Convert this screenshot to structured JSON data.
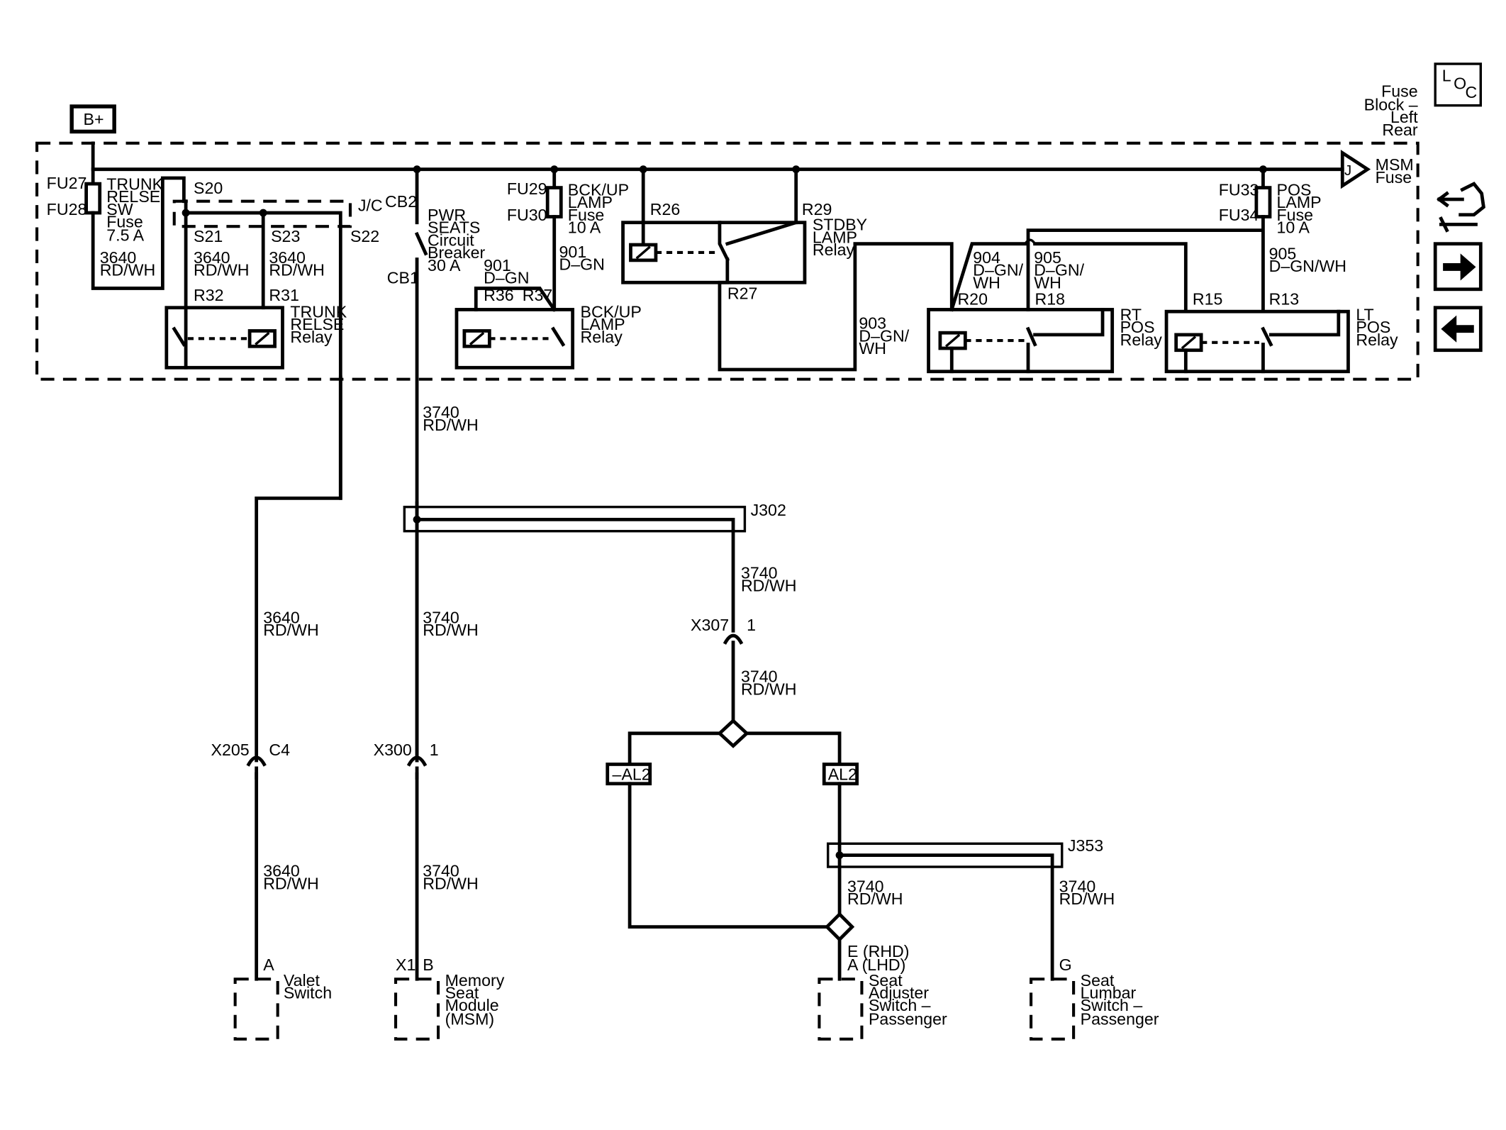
{
  "source": {
    "label": "B+"
  },
  "fuse_block": {
    "lines": [
      "Fuse",
      "Block –",
      "Left",
      "Rear"
    ]
  },
  "loc_icon": {
    "l": "L",
    "o": "O",
    "c": "C"
  },
  "msm_fuse": {
    "connector": "J",
    "lines": [
      "MSM",
      "Fuse"
    ]
  },
  "trunk_fuse": {
    "fu_top": "FU27",
    "fu_bottom": "FU28",
    "lines": [
      "TRUNK",
      "RELSE",
      "SW",
      "Fuse",
      "7.5 A"
    ]
  },
  "wire_3640_fuse": {
    "num": "3640",
    "color": "RD/WH"
  },
  "splice": {
    "s20": "S20",
    "s21": "S21",
    "s23": "S23",
    "s22": "S22",
    "jc": "J/C"
  },
  "wire_3640_s21": {
    "num": "3640",
    "color": "RD/WH"
  },
  "wire_3640_s23": {
    "num": "3640",
    "color": "RD/WH"
  },
  "trunk_relay": {
    "r32": "R32",
    "r31": "R31",
    "lines": [
      "TRUNK",
      "RELSE",
      "Relay"
    ]
  },
  "breaker": {
    "cb_top": "CB2",
    "cb_bottom": "CB1",
    "lines": [
      "PWR",
      "SEATS",
      "Circuit",
      "Breaker",
      "30 A"
    ]
  },
  "bckup_fuse": {
    "fu_top": "FU29",
    "fu_bottom": "FU30",
    "lines": [
      "BCK/UP",
      "LAMP",
      "Fuse",
      "10 A"
    ]
  },
  "wire_901_a": {
    "num": "901",
    "color": "D–GN"
  },
  "wire_901_b": {
    "num": "901",
    "color": "D–GN"
  },
  "bckup_relay": {
    "r36": "R36",
    "r37": "R37",
    "lines": [
      "BCK/UP",
      "LAMP",
      "Relay"
    ]
  },
  "stdby_relay": {
    "r26": "R26",
    "r29": "R29",
    "r27": "R27",
    "lines": [
      "STDBY",
      "LAMP",
      "Relay"
    ]
  },
  "wire_903": {
    "lines": [
      "903",
      "D–GN/",
      "WH"
    ]
  },
  "wire_904": {
    "lines": [
      "904",
      "D–GN/",
      "WH"
    ]
  },
  "wire_905_a": {
    "lines": [
      "905",
      "D–GN/",
      "WH"
    ]
  },
  "rt_relay": {
    "r20": "R20",
    "r18": "R18",
    "lines": [
      "RT",
      "POS",
      "Relay"
    ]
  },
  "pos_fuse": {
    "fu_top": "FU33",
    "fu_bottom": "FU34",
    "lines": [
      "POS",
      "LAMP",
      "Fuse",
      "10 A"
    ]
  },
  "wire_905_b": {
    "num": "905",
    "color": "D–GN/WH"
  },
  "lt_relay": {
    "r15": "R15",
    "r13": "R13",
    "lines": [
      "LT",
      "POS",
      "Relay"
    ]
  },
  "wire_3740_main": {
    "num": "3740",
    "color": "RD/WH"
  },
  "j302": {
    "label": "J302"
  },
  "wire_3740_j302": {
    "num": "3740",
    "color": "RD/WH"
  },
  "x307": {
    "label": "X307",
    "pin": "1"
  },
  "wire_3740_x307": {
    "num": "3740",
    "color": "RD/WH"
  },
  "options": {
    "neg": "–AL2",
    "pos": "AL2"
  },
  "j353": {
    "label": "J353"
  },
  "wire_3740_seat_adj": {
    "num": "3740",
    "color": "RD/WH"
  },
  "wire_3740_lumbar": {
    "num": "3740",
    "color": "RD/WH"
  },
  "wire_3640_mid": {
    "num": "3640",
    "color": "RD/WH"
  },
  "wire_3740_mid": {
    "num": "3740",
    "color": "RD/WH"
  },
  "x205": {
    "label": "X205",
    "pin": "C4"
  },
  "x300": {
    "label": "X300",
    "pin": "1"
  },
  "wire_3640_low": {
    "num": "3640",
    "color": "RD/WH"
  },
  "wire_3740_low": {
    "num": "3740",
    "color": "RD/WH"
  },
  "valet_switch": {
    "pin": "A",
    "lines": [
      "Valet",
      "Switch"
    ]
  },
  "msm_module": {
    "connector": "X1",
    "pin": "B",
    "lines": [
      "Memory",
      "Seat",
      "Module",
      "(MSM)"
    ]
  },
  "seat_adjuster": {
    "pin_rhd": "E (RHD)",
    "pin_lhd": "A (LHD)",
    "lines": [
      "Seat",
      "Adjuster",
      "Switch –",
      "Passenger"
    ]
  },
  "seat_lumbar": {
    "pin": "G",
    "lines": [
      "Seat",
      "Lumbar",
      "Switch –",
      "Passenger"
    ]
  }
}
